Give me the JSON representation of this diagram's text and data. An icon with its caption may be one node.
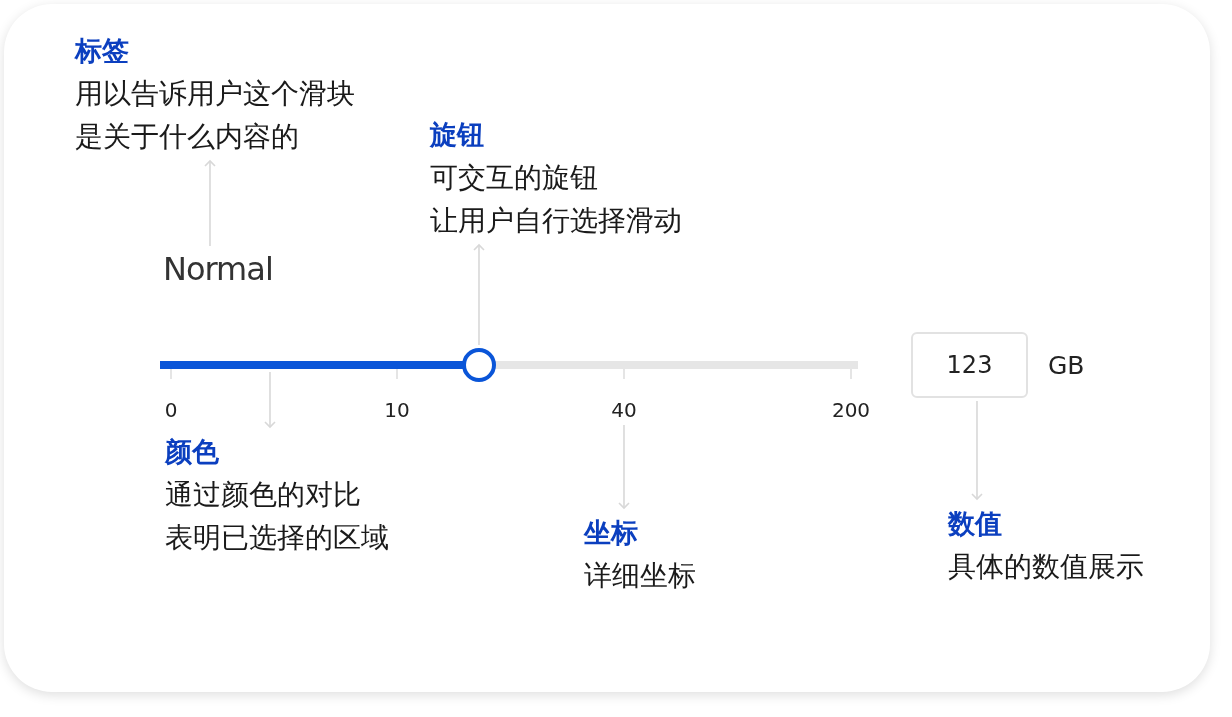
{
  "diagram": {
    "nodes": [
      {
        "text": [
          "标签",
          "用以告诉用户这个滑块是关于什么内容的"
        ]
      },
      {
        "text": [
          "Normal"
        ]
      },
      {
        "text": [
          "旋钮",
          "可交互的旋钮",
          "让用户自行选择滑动"
        ]
      },
      {
        "text": [],
        "shape": "circle"
      },
      {
        "text": [],
        "shape": "bar"
      },
      {
        "text": [
          "颜色",
          "通过颜色的对比",
          "表明已选择的区域"
        ]
      },
      {
        "text": [
          "40"
        ]
      },
      {
        "text": [
          "坐标",
          "详细坐标"
        ]
      },
      {
        "text": [
          "123"
        ],
        "beside": [
          "GB"
        ]
      },
      {
        "text": [
          "数值",
          "具体的数值展示"
        ]
      }
    ],
    "edges": [
      {
        "from": 1,
        "to": 0,
        "arrow": "to"
      },
      {
        "from": 3,
        "to": 2,
        "arrow": "to"
      },
      {
        "from": 4,
        "to": 5,
        "arrow": "to"
      },
      {
        "from": 6,
        "to": 7,
        "arrow": "to"
      },
      {
        "from": 8,
        "to": 9,
        "arrow": "to"
      }
    ],
    "labels": [
      "0",
      "10",
      "200"
    ]
  }
}
